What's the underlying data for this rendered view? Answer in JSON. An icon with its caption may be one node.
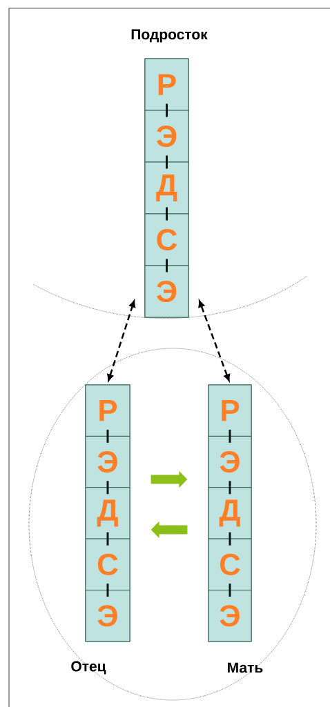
{
  "diagram": {
    "nodes": [
      {
        "text": [
          "Подросток"
        ]
      },
      {
        "text": [
          "Р"
        ],
        "in": 0
      },
      {
        "text": [
          "Э"
        ],
        "in": 0
      },
      {
        "text": [
          "Д"
        ],
        "in": 0
      },
      {
        "text": [
          "С"
        ],
        "in": 0
      },
      {
        "text": [
          "Э"
        ],
        "in": 0
      },
      {
        "text": [
          "Отец"
        ]
      },
      {
        "text": [
          "Р"
        ],
        "in": 6
      },
      {
        "text": [
          "Э"
        ],
        "in": 6
      },
      {
        "text": [
          "Д"
        ],
        "in": 6
      },
      {
        "text": [
          "С"
        ],
        "in": 6
      },
      {
        "text": [
          "Э"
        ],
        "in": 6
      },
      {
        "text": [
          "Мать"
        ]
      },
      {
        "text": [
          "Р"
        ],
        "in": 12
      },
      {
        "text": [
          "Э"
        ],
        "in": 12
      },
      {
        "text": [
          "Д"
        ],
        "in": 12
      },
      {
        "text": [
          "С"
        ],
        "in": 12
      },
      {
        "text": [
          "Э"
        ],
        "in": 12
      }
    ],
    "edges": [
      {
        "from": 6,
        "to": 0,
        "arrow": "both",
        "style": "dashed"
      },
      {
        "from": 12,
        "to": 0,
        "arrow": "both",
        "style": "dashed"
      },
      {
        "from": 6,
        "to": 12,
        "arrow": "to",
        "style": "thick",
        "color": "#8cbf1a"
      },
      {
        "from": 12,
        "to": 6,
        "arrow": "to",
        "style": "thick",
        "color": "#8cbf1a"
      },
      {
        "from": 1,
        "to": 2,
        "arrow": "none"
      },
      {
        "from": 2,
        "to": 3,
        "arrow": "none"
      },
      {
        "from": 3,
        "to": 4,
        "arrow": "none"
      },
      {
        "from": 4,
        "to": 5,
        "arrow": "none"
      },
      {
        "from": 7,
        "to": 8,
        "arrow": "none"
      },
      {
        "from": 8,
        "to": 9,
        "arrow": "none"
      },
      {
        "from": 9,
        "to": 10,
        "arrow": "none"
      },
      {
        "from": 10,
        "to": 11,
        "arrow": "none"
      },
      {
        "from": 13,
        "to": 14,
        "arrow": "none"
      },
      {
        "from": 14,
        "to": 15,
        "arrow": "none"
      },
      {
        "from": 15,
        "to": 16,
        "arrow": "none"
      },
      {
        "from": 16,
        "to": 17,
        "arrow": "none"
      }
    ]
  }
}
